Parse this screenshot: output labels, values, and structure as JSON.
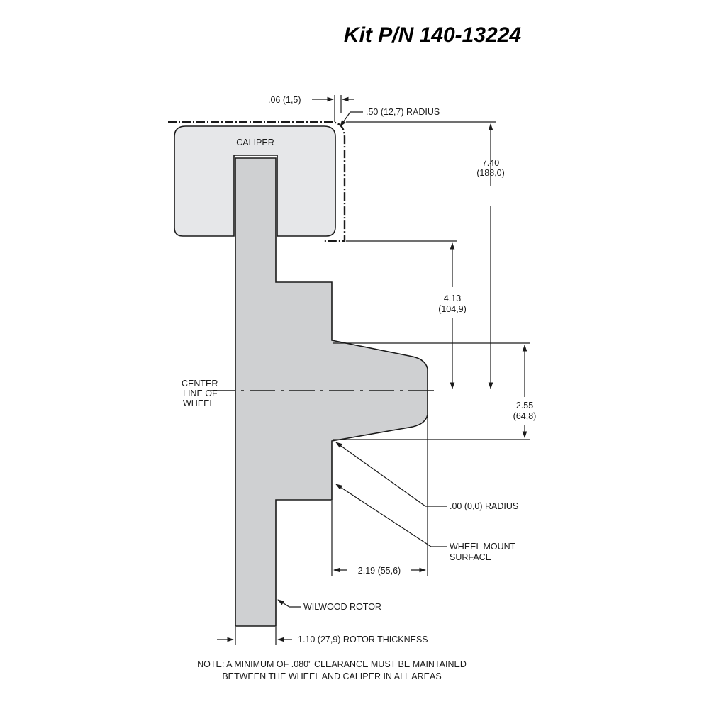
{
  "title": "Kit P/N 140-13224",
  "labels": {
    "caliper": "CALIPER",
    "centerline_1": "CENTER",
    "centerline_2": "LINE OF",
    "centerline_3": "WHEEL",
    "rotor": "WILWOOD ROTOR",
    "zero_radius": ".00 (0,0) RADIUS",
    "mount_1": "WHEEL MOUNT",
    "mount_2": "SURFACE"
  },
  "dimensions": {
    "gap": ".06 (1,5)",
    "corner_radius": ".50 (12,7) RADIUS",
    "height_740_a": "7.40",
    "height_740_b": "(188,0)",
    "height_413_a": "4.13",
    "height_413_b": "(104,9)",
    "height_255_a": "2.55",
    "height_255_b": "(64,8)",
    "offset": "2.19 (55,6)",
    "rotor_thickness": "1.10 (27,9) ROTOR THICKNESS"
  },
  "note": {
    "line1": "NOTE: A MINIMUM OF .080\" CLEARANCE MUST BE MAINTAINED",
    "line2": "BETWEEN THE WHEEL AND CALIPER IN ALL AREAS"
  },
  "colors": {
    "rotor_fill": "#cfd0d2",
    "caliper_fill": "#e6e7e9",
    "ink": "#1a1a1a"
  }
}
